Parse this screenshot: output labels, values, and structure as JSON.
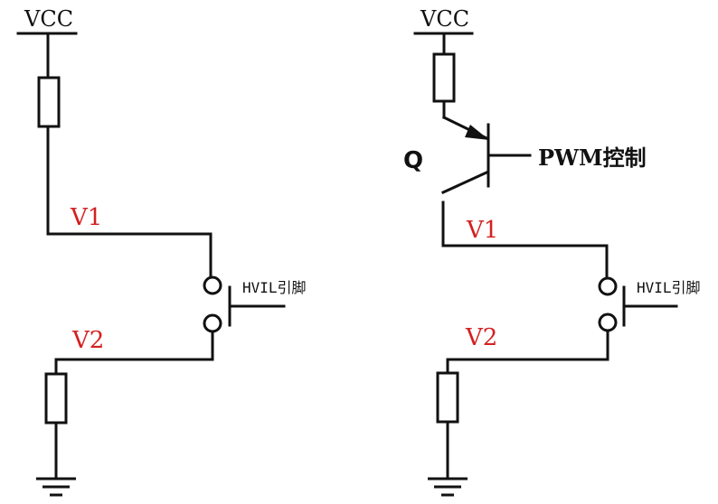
{
  "left_circuit": {
    "supply_label": "VCC",
    "node1_label": "V1",
    "node2_label": "V2",
    "pin_label": "HVIL引脚"
  },
  "right_circuit": {
    "supply_label": "VCC",
    "transistor_label": "Q",
    "control_label": "PWM控制",
    "node1_label": "V1",
    "node2_label": "V2",
    "pin_label": "HVIL引脚"
  },
  "colors": {
    "wire": "#111111",
    "node_label": "#d42020",
    "background": "#ffffff"
  }
}
